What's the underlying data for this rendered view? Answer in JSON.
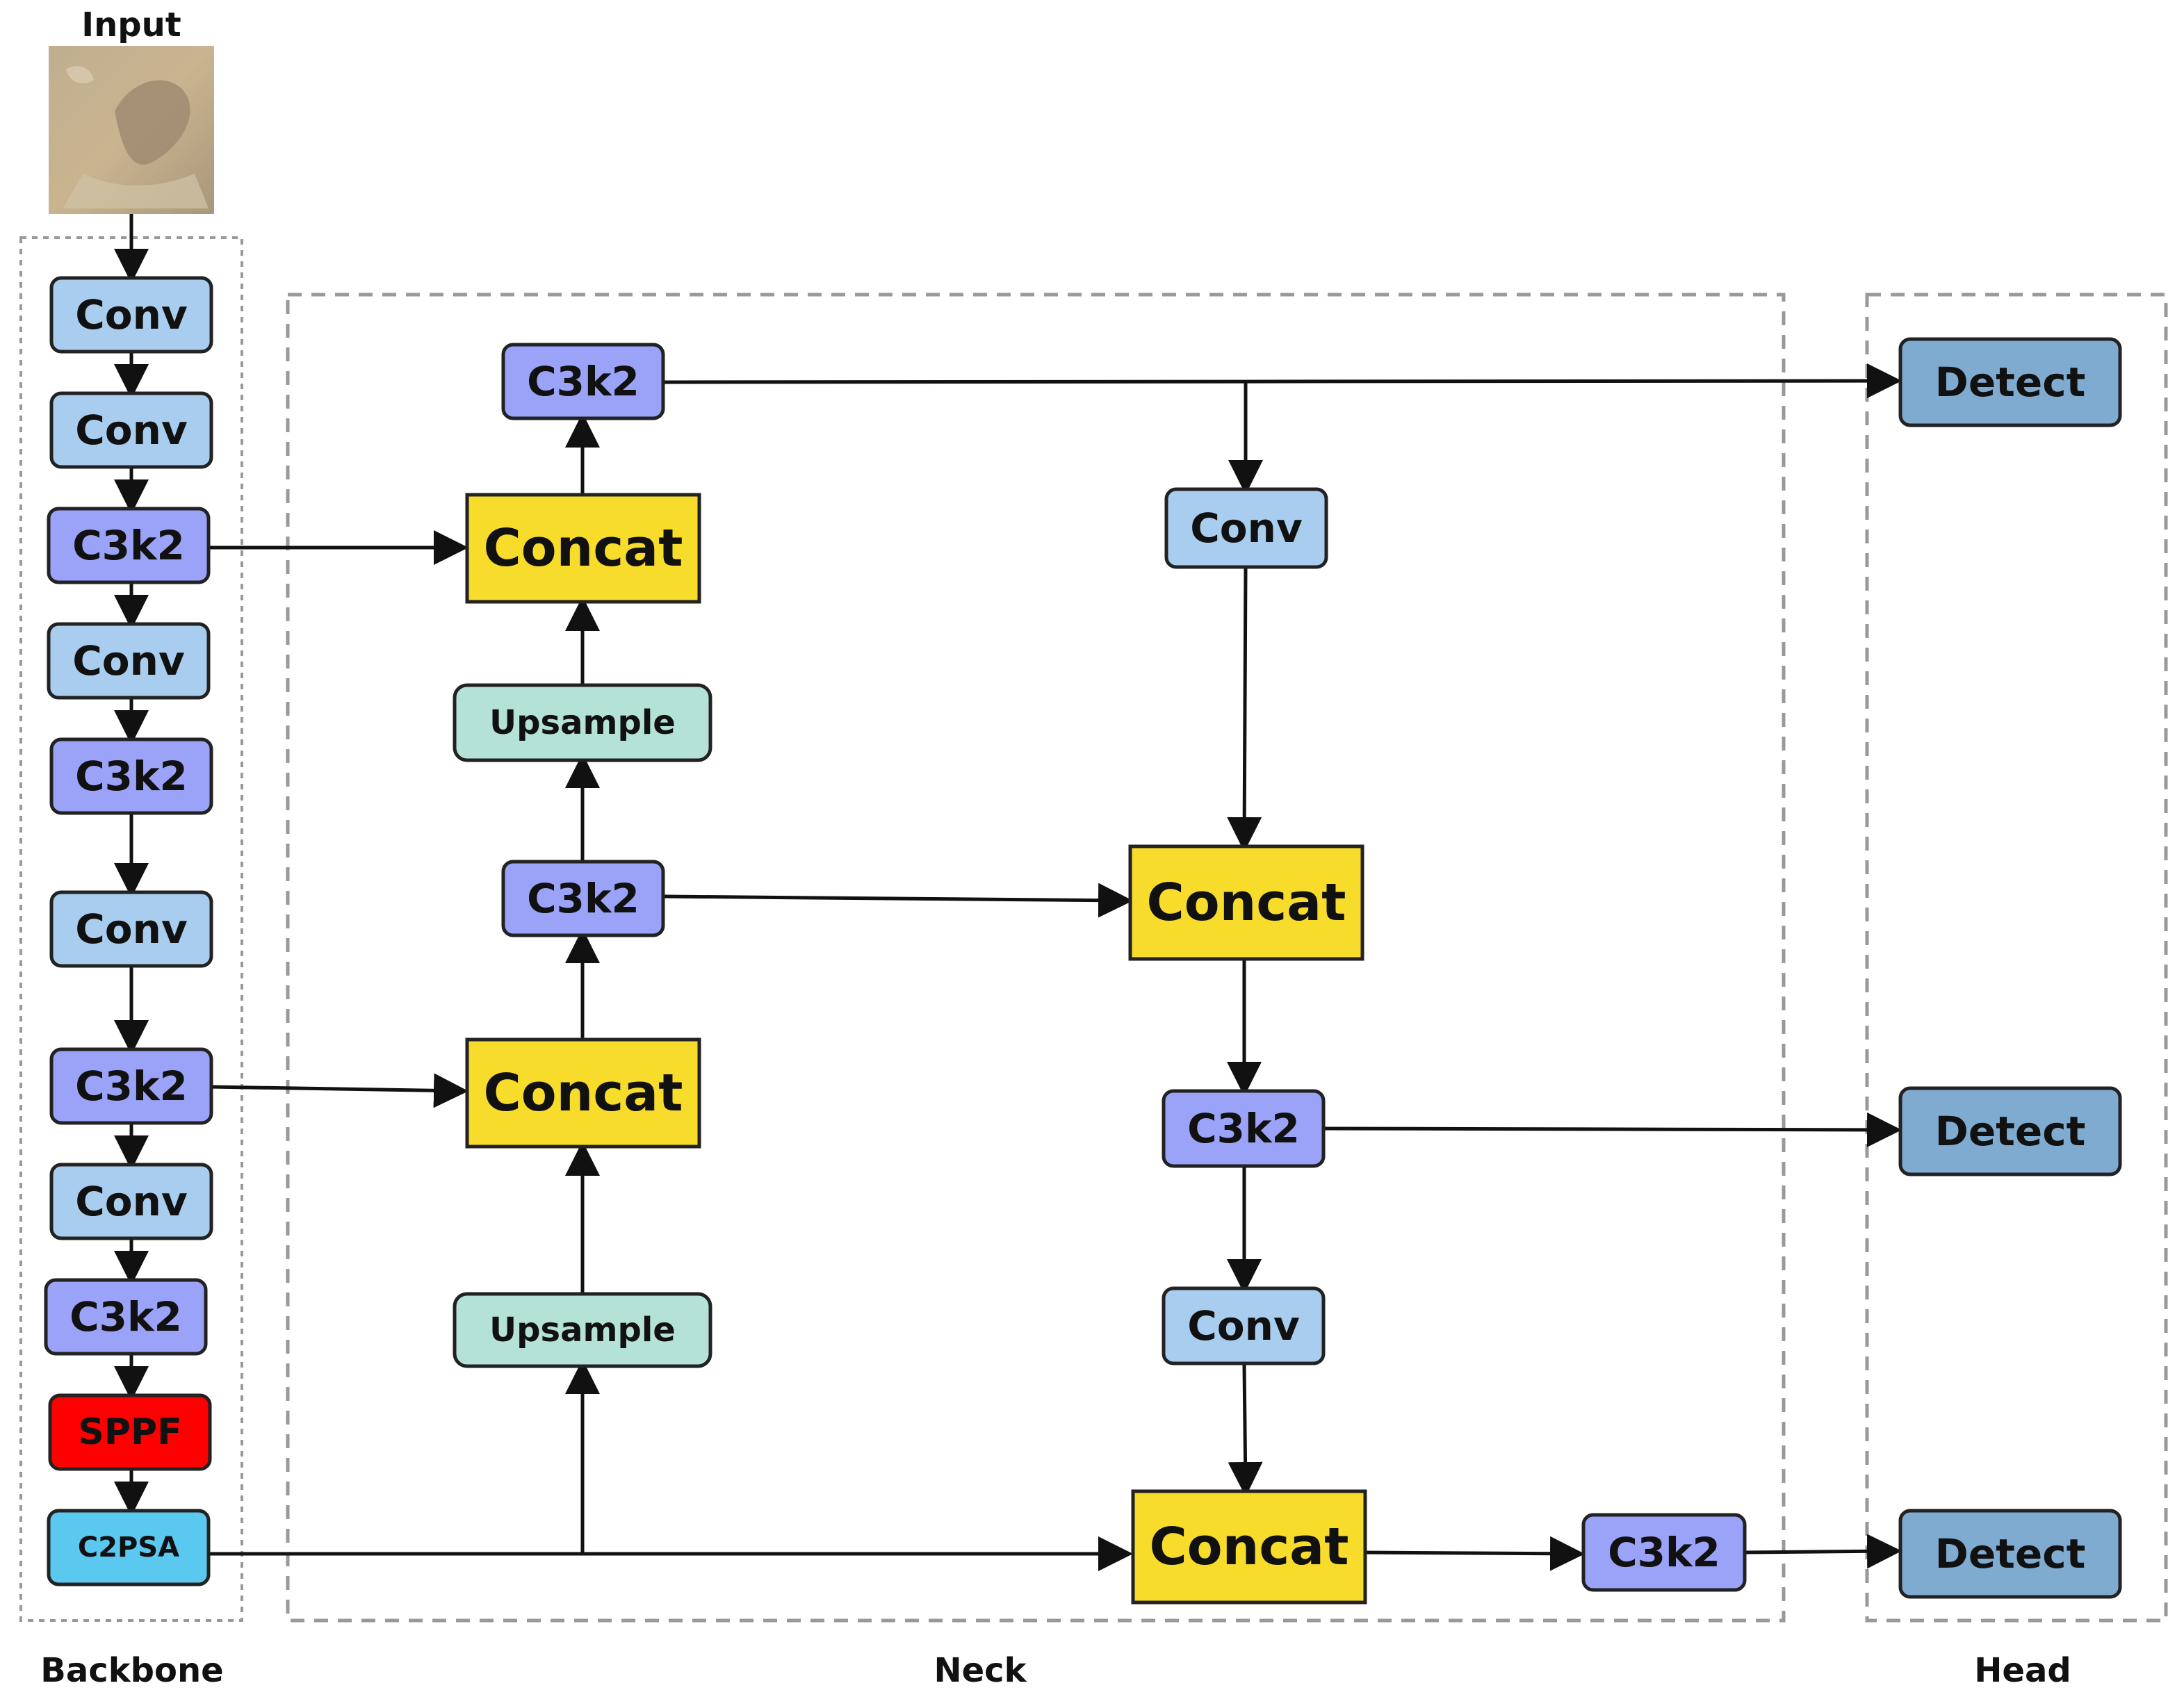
{
  "sections": {
    "input": "Input",
    "backbone": "Backbone",
    "neck": "Neck",
    "head": "Head"
  },
  "colors": {
    "conv": "#a9cdee",
    "c3k2": "#9aa3f8",
    "concat": "#f7dc2c",
    "upsample": "#b4e2d6",
    "sppf": "#ff0000",
    "c2psa": "#5bc8f0",
    "detect": "#80abd1",
    "stroke": "#222222"
  },
  "nodes": {
    "b_conv1": "Conv",
    "b_conv2": "Conv",
    "b_c3k2_1": "C3k2",
    "b_conv3": "Conv",
    "b_c3k2_2": "C3k2",
    "b_conv4": "Conv",
    "b_c3k2_3": "C3k2",
    "b_conv5": "Conv",
    "b_c3k2_4": "C3k2",
    "b_sppf": "SPPF",
    "b_c2psa": "C2PSA",
    "n_c3k2_top": "C3k2",
    "n_concat1": "Concat",
    "n_upsample1": "Upsample",
    "n_c3k2_mid": "C3k2",
    "n_concat2": "Concat",
    "n_upsample2": "Upsample",
    "n_conv_r1": "Conv",
    "n_concat3": "Concat",
    "n_c3k2_r": "C3k2",
    "n_conv_r2": "Conv",
    "n_concat4": "Concat",
    "n_c3k2_br": "C3k2",
    "h_detect1": "Detect",
    "h_detect2": "Detect",
    "h_detect3": "Detect"
  }
}
